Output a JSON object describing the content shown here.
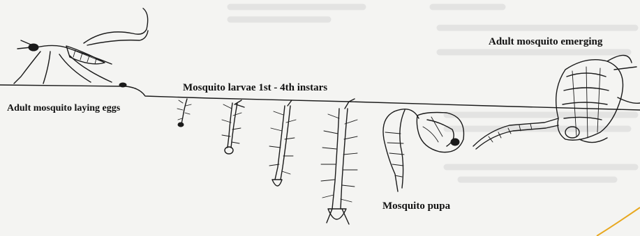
{
  "labels": {
    "adult_laying": "Adult mosquito laying eggs",
    "larvae": "Mosquito larvae 1st - 4th instars",
    "adult_emerging": "Adult mosquito emerging",
    "pupa": "Mosquito pupa"
  },
  "colors": {
    "background": "#f4f4f2",
    "ink": "#1a1a1a",
    "bleed_through": "#dcdcdc",
    "accent_curve": "#e8a820"
  },
  "stages": [
    "adult-laying",
    "larva-1",
    "larva-2",
    "larva-3",
    "larva-4",
    "pupa-1",
    "pupa-2",
    "adult-emerging"
  ]
}
